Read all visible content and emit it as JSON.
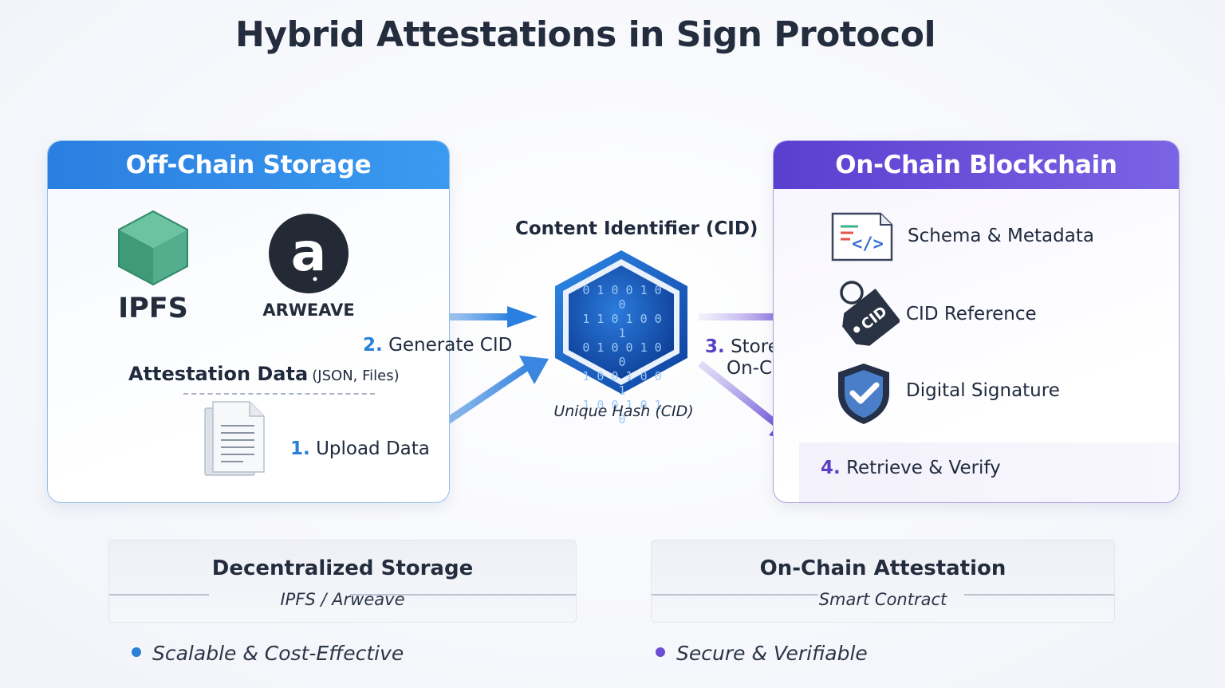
{
  "title": "Hybrid Attestations in Sign Protocol",
  "offchain": {
    "header": "Off-Chain Storage",
    "ipfs_label": "IPFS",
    "arweave_label": "ARWEAVE",
    "attestation_title": "Attestation Data",
    "attestation_sub": "(JSON, Files)"
  },
  "center": {
    "cid_title": "Content Identifier (CID)",
    "cid_caption": "Unique Hash (CID)",
    "hex_digits": [
      "0 1 0 0 1 0 0",
      "1 1 0 1 0 0 1",
      "0 1 0 0 1 0 0",
      "1 0 0 1 0 0 1",
      "1 0 0 1 0 1 0"
    ]
  },
  "steps": {
    "s1_num": "1.",
    "s1_label": "Upload Data",
    "s2_num": "2.",
    "s2_label": "Generate CID",
    "s3_num": "3.",
    "s3_label_line1": "Store CID",
    "s3_label_line2": "On-Chain",
    "s4_num": "4.",
    "s4_label": "Retrieve & Verify"
  },
  "onchain": {
    "header": "On-Chain Blockchain",
    "items": [
      {
        "label": "Schema & Metadata",
        "icon": "code-document-icon"
      },
      {
        "label": "CID Reference",
        "icon": "tag-icon",
        "tag_text": "CID"
      },
      {
        "label": "Digital Signature",
        "icon": "shield-check-icon"
      }
    ]
  },
  "cards": {
    "left_title": "Decentralized Storage",
    "left_sub": "IPFS / Arweave",
    "right_title": "On-Chain Attestation",
    "right_sub": "Smart Contract"
  },
  "bullets": {
    "left": "Scalable & Cost-Effective",
    "right": "Secure & Verifiable"
  },
  "colors": {
    "blue_accent": "#2a7fe0",
    "purple_accent": "#5a3fcf",
    "ipfs_green": "#4daa8a",
    "arweave_dark": "#232a35"
  }
}
